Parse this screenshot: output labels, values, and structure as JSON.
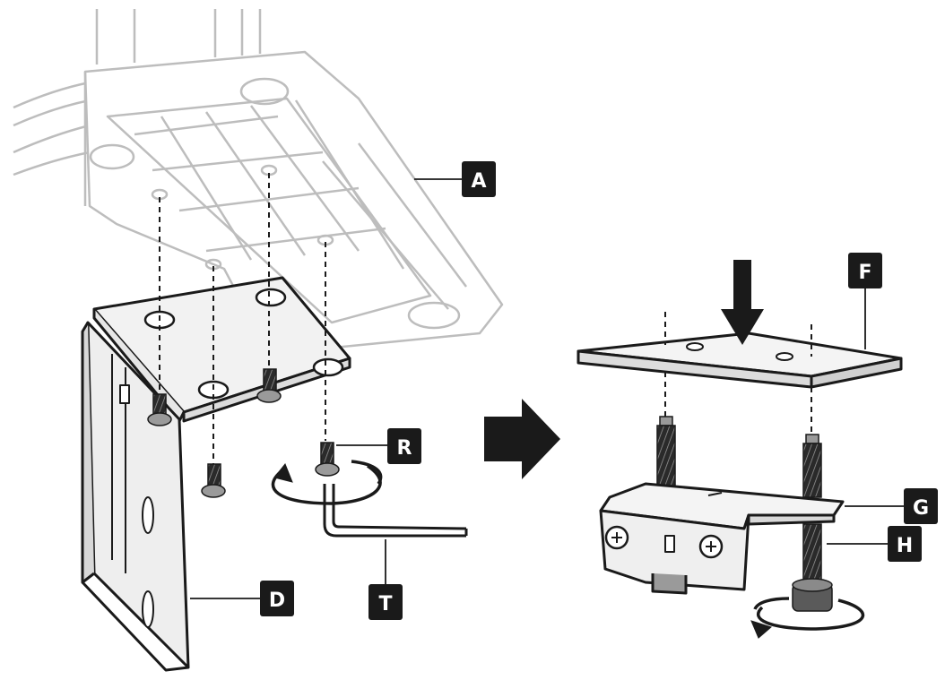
{
  "diagram": {
    "callouts": {
      "a": "A",
      "d": "D",
      "r": "R",
      "t": "T",
      "f": "F",
      "g": "G",
      "h": "H"
    },
    "colors": {
      "ink": "#1a1a1a",
      "light_part": "#bdbdbd",
      "fill_light": "#f4f4f4",
      "label_bg": "#1a1a1a",
      "label_text": "#ffffff"
    },
    "icons": [
      "rotate-arrow-icon",
      "down-arrow-icon",
      "right-arrow-icon",
      "screw-icon",
      "hex-key-icon"
    ]
  }
}
